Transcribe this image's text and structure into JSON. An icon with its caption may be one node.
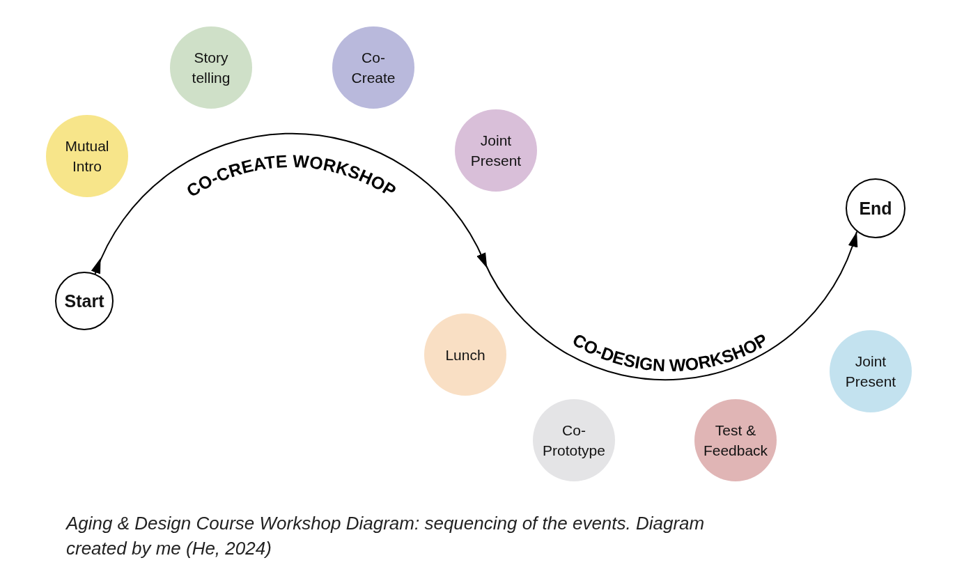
{
  "diagram": {
    "caption": "Aging & Design Course Workshop Diagram: sequencing of the events. Diagram created by me (He, 2024)",
    "nodes": [
      {
        "text": [
          "Start"
        ]
      },
      {
        "text": [
          "Mutual Intro"
        ]
      },
      {
        "text": [
          "Story telling"
        ]
      },
      {
        "text": [
          "Co- Create"
        ]
      },
      {
        "text": [
          "Joint Present"
        ]
      },
      {
        "text": [
          "Lunch"
        ]
      },
      {
        "text": [
          "Co- Prototype"
        ]
      },
      {
        "text": [
          "Test & Feedback"
        ]
      },
      {
        "text": [
          "Joint Present"
        ]
      },
      {
        "text": [
          "End"
        ]
      }
    ],
    "edges": [
      {
        "from": 0,
        "to": 9,
        "arrow": "to"
      }
    ],
    "labels": [
      "CO-CREATE WORKSHOP",
      "CO-DESIGN WORKSHOP"
    ]
  }
}
